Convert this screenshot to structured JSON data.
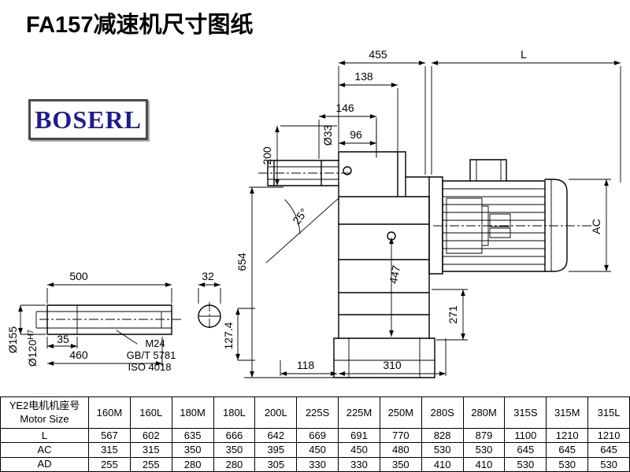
{
  "page": {
    "title": "FA157减速机尺寸图纸"
  },
  "logo": {
    "text": "BOSERL"
  },
  "drawing": {
    "dims": {
      "d455": "455",
      "L": "L",
      "d138": "138",
      "d146": "146",
      "d96": "96",
      "d33": "Ø33",
      "d200": "200",
      "d25": "25°",
      "d654": "654",
      "d447": "447",
      "AC": "AC",
      "d271": "271",
      "d118": "118",
      "d310": "310",
      "d127": "127.4",
      "d32": "32",
      "d500": "500",
      "d35": "35",
      "d460": "460",
      "d155": "Ø155",
      "d120": "Ø120",
      "d120sup": "H7",
      "m24": "M24",
      "gbt": "GB/T 5781",
      "iso": "ISO 4018"
    }
  },
  "table": {
    "header_cn": "YE2电机机座号",
    "header_en": "Motor Size",
    "columns": [
      "160M",
      "160L",
      "180M",
      "180L",
      "200L",
      "225S",
      "225M",
      "250M",
      "280S",
      "280M",
      "315S",
      "315M",
      "315L"
    ],
    "rows": [
      {
        "label": "L",
        "values": [
          "567",
          "602",
          "635",
          "666",
          "642",
          "669",
          "691",
          "770",
          "828",
          "879",
          "1100",
          "1210",
          "1210"
        ]
      },
      {
        "label": "AC",
        "values": [
          "315",
          "315",
          "350",
          "350",
          "395",
          "450",
          "450",
          "480",
          "530",
          "530",
          "645",
          "645",
          "645"
        ]
      },
      {
        "label": "AD",
        "values": [
          "255",
          "255",
          "280",
          "280",
          "305",
          "330",
          "330",
          "350",
          "410",
          "410",
          "530",
          "530",
          "530"
        ]
      }
    ]
  }
}
